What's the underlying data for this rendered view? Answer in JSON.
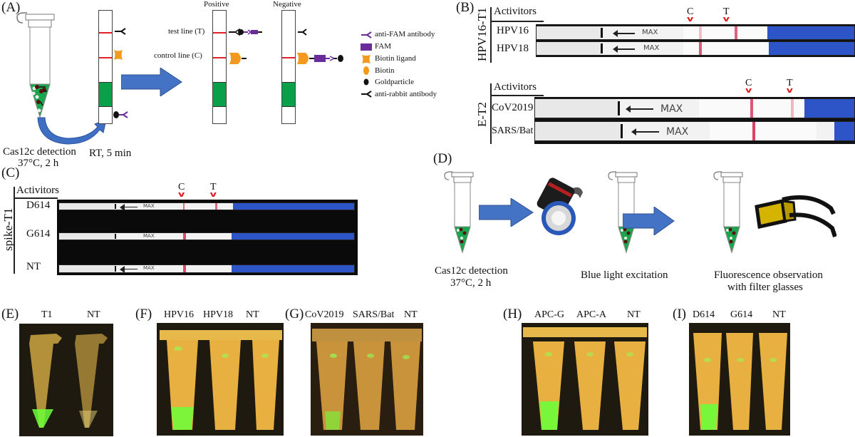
{
  "panels": {
    "A": {
      "label": "(A)",
      "step1_caption_line1": "Cas12c detection",
      "step1_caption_line2": "37°C, 2 h",
      "step2_caption": "RT, 5 min",
      "positive_label": "Positive",
      "negative_label": "Negative",
      "test_line_label": "test line (T)",
      "control_line_label": "control  line (C)",
      "legend": [
        {
          "icon": "anti-fam-antibody-icon",
          "label": "anti-FAM antibody",
          "color": "#6a2c9a"
        },
        {
          "icon": "fam-icon",
          "label": "FAM",
          "color": "#6a2c9a"
        },
        {
          "icon": "biotin-ligand-icon",
          "label": "Biotin ligand",
          "color": "#f39a1e"
        },
        {
          "icon": "biotin-icon",
          "label": "Biotin",
          "color": "#f39a1e"
        },
        {
          "icon": "goldparticle-icon",
          "label": "Goldparticle",
          "color": "#111111"
        },
        {
          "icon": "anti-rabbit-antibody-icon",
          "label": "anti-rabbit antibody",
          "color": "#111111"
        }
      ]
    },
    "B": {
      "label": "(B)",
      "group1": {
        "side_label": "HPV16-T1",
        "header": "Activitors",
        "rows": [
          "HPV16",
          "HPV18"
        ],
        "marker_c": "C",
        "marker_t": "T",
        "strip_text": "MAX"
      },
      "group2": {
        "side_label": "E-T2",
        "header": "Activitors",
        "rows": [
          "CoV2019",
          "SARS/Bat"
        ],
        "marker_c": "C",
        "marker_t": "T",
        "strip_text": "MAX"
      }
    },
    "C": {
      "label": "(C)",
      "side_label": "spike-T1",
      "header": "Activitors",
      "rows": [
        "D614",
        "G614",
        "NT"
      ],
      "marker_c": "C",
      "marker_t": "T",
      "strip_text": "MAX"
    },
    "D": {
      "label": "(D)",
      "caption1_line1": "Cas12c detection",
      "caption1_line2": "37°C, 2 h",
      "caption2": "Blue light excitation",
      "caption3_line1": "Fluorescence observation",
      "caption3_line2": "with filter glasses"
    },
    "E": {
      "label": "(E)",
      "tubes": [
        "T1",
        "NT"
      ]
    },
    "F": {
      "label": "(F)",
      "tubes": [
        "HPV16",
        "HPV18",
        "NT"
      ]
    },
    "G": {
      "label": "(G)",
      "tubes": [
        "CoV2019",
        "SARS/Bat",
        "NT"
      ]
    },
    "H": {
      "label": "(H)",
      "tubes": [
        "APC-G",
        "APC-A",
        "NT"
      ]
    },
    "I": {
      "label": "(I)",
      "tubes": [
        "D614",
        "G614",
        "NT"
      ]
    }
  },
  "colors": {
    "arrow_blue": "#4472c4",
    "pad_green": "#0aa04a",
    "line_red": "#e0242a",
    "strip_blue": "#2d55c8",
    "fluorescence_green": "#6cff3a",
    "tube_orange": "#e8a83a"
  }
}
